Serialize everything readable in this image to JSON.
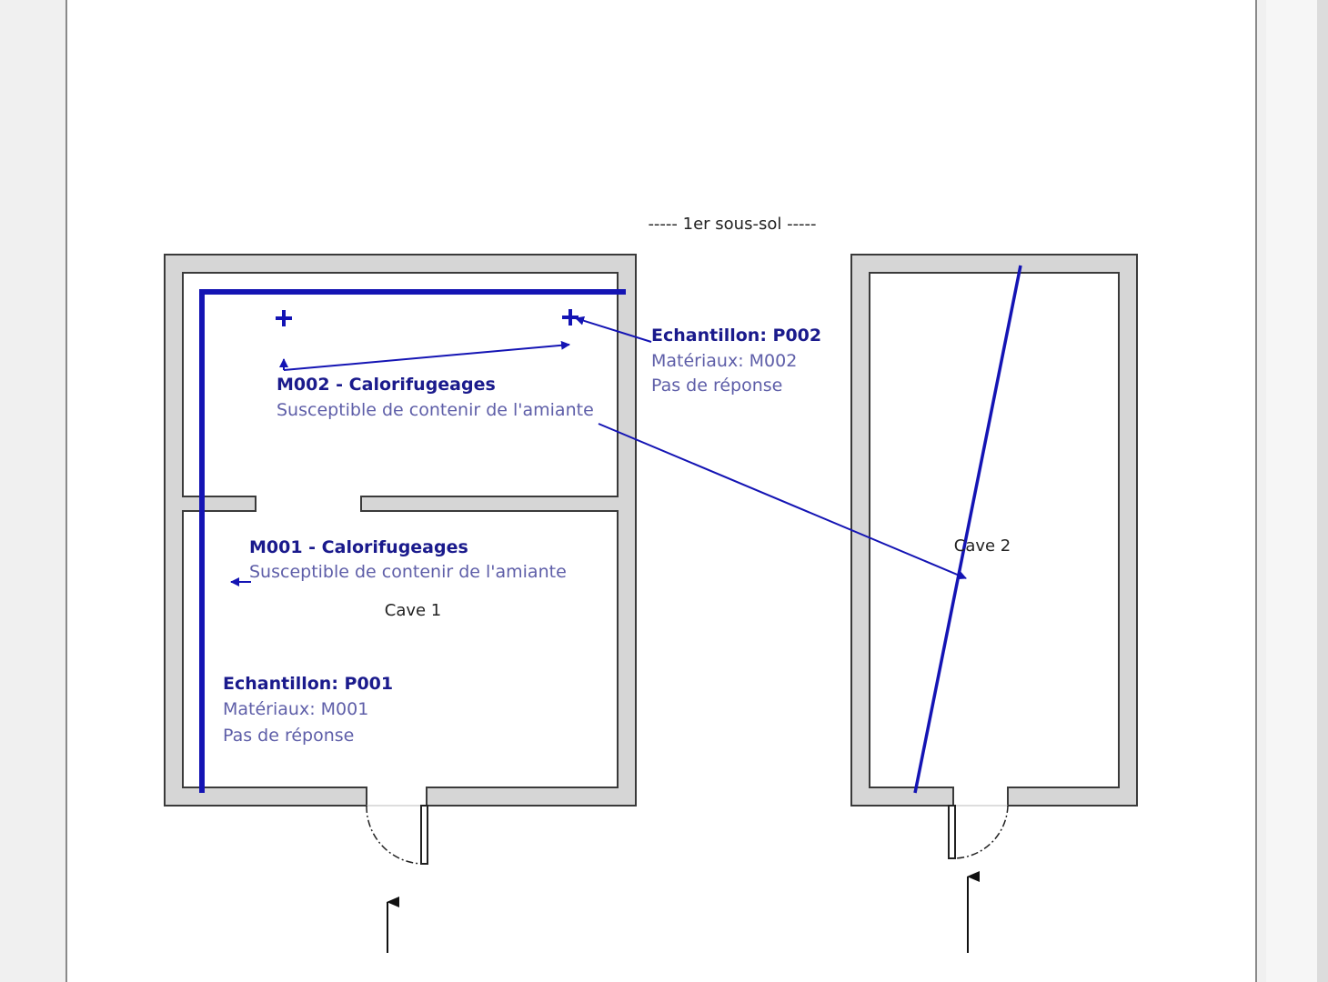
{
  "plan": {
    "floor_label": "----- 1er sous-sol -----",
    "rooms": [
      {
        "name": "Cave 1"
      },
      {
        "name": "Cave 2"
      }
    ],
    "materials": [
      {
        "title": "M002 - Calorifugeages",
        "status": "Susceptible de contenir de l'amiante"
      },
      {
        "title": "M001 - Calorifugeages",
        "status": "Susceptible de contenir de l'amiante"
      }
    ],
    "samples": [
      {
        "title": "Echantillon: P002",
        "material": "Matériaux: M002",
        "response": "Pas de réponse"
      },
      {
        "title": "Echantillon: P001",
        "material": "Matériaux: M001",
        "response": "Pas de réponse"
      }
    ]
  },
  "colors": {
    "pipe": "#1414b4",
    "label_dark": "#1a1a8c",
    "label_light": "#5e5ea8",
    "wall_fill": "#d6d6d6",
    "wall_stroke": "#3a3a3a"
  }
}
